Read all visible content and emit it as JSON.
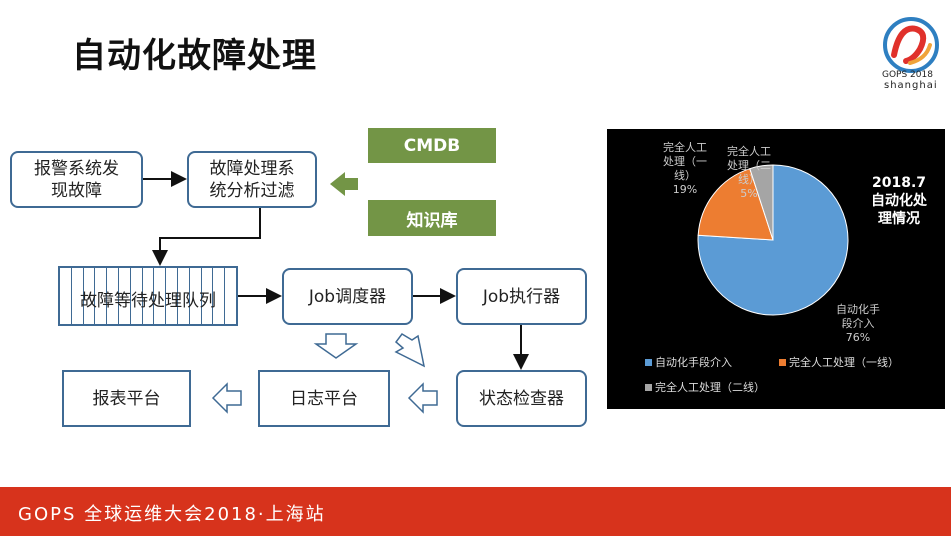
{
  "title": "自动化故障处理",
  "logo": {
    "line1": "GOPS 2018",
    "line2": "shanghai"
  },
  "diagram": {
    "alarm": "报警系统发\n现故障",
    "filter": "故障处理系\n统分析过滤",
    "cmdb": "CMDB",
    "knowledge": "知识库",
    "queue": "故障等待处理队列",
    "scheduler": "Job调度器",
    "executor": "Job执行器",
    "report": "报表平台",
    "log": "日志平台",
    "checker": "状态检查器"
  },
  "chart_data": {
    "type": "pie",
    "title": "2018.7\n自动化处\n理情况",
    "categories": [
      "自动化手段介入",
      "完全人工处理（一线）",
      "完全人工处理（二线）"
    ],
    "values": [
      76,
      19,
      5
    ],
    "colors": [
      "#5b9bd5",
      "#ed7d31",
      "#a5a5a5"
    ],
    "slice_labels": [
      "自动化手\n段介入\n76%",
      "完全人工\n处理（一\n线）\n19%",
      "完全人工\n处理（二\n线）\n5%"
    ],
    "legend": [
      "自动化手段介入",
      "完全人工处理（一线）",
      "完全人工处理（二线）"
    ],
    "legend_placement": "bottom"
  },
  "footer": "GOPS 全球运维大会2018·上海站"
}
